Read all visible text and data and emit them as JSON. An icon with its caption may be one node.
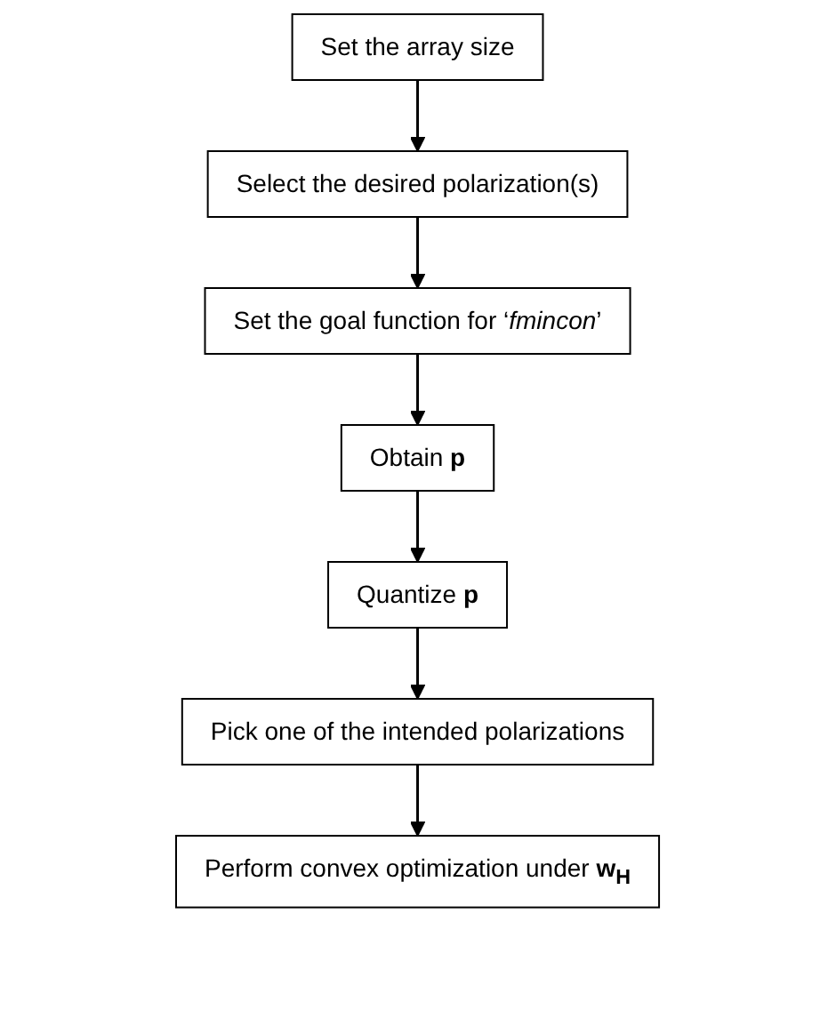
{
  "diagram": {
    "nodes": [
      {
        "text": [
          "Set the array size"
        ]
      },
      {
        "text": [
          "Select the desired polarization(s)"
        ]
      },
      {
        "text": [
          "Set the goal function for ‘*fmincon*’"
        ]
      },
      {
        "text": [
          "Obtain **p**"
        ]
      },
      {
        "text": [
          "Quantize **p**"
        ]
      },
      {
        "text": [
          "Pick one of the intended polarizations"
        ]
      },
      {
        "text": [
          "Perform convex optimization under **w$_{H}$**"
        ]
      }
    ],
    "edges": [
      {
        "from": 0,
        "to": 1,
        "arrow": "to"
      },
      {
        "from": 1,
        "to": 2,
        "arrow": "to"
      },
      {
        "from": 2,
        "to": 3,
        "arrow": "to"
      },
      {
        "from": 3,
        "to": 4,
        "arrow": "to"
      },
      {
        "from": 4,
        "to": 5,
        "arrow": "to"
      },
      {
        "from": 5,
        "to": 6,
        "arrow": "to"
      }
    ]
  }
}
